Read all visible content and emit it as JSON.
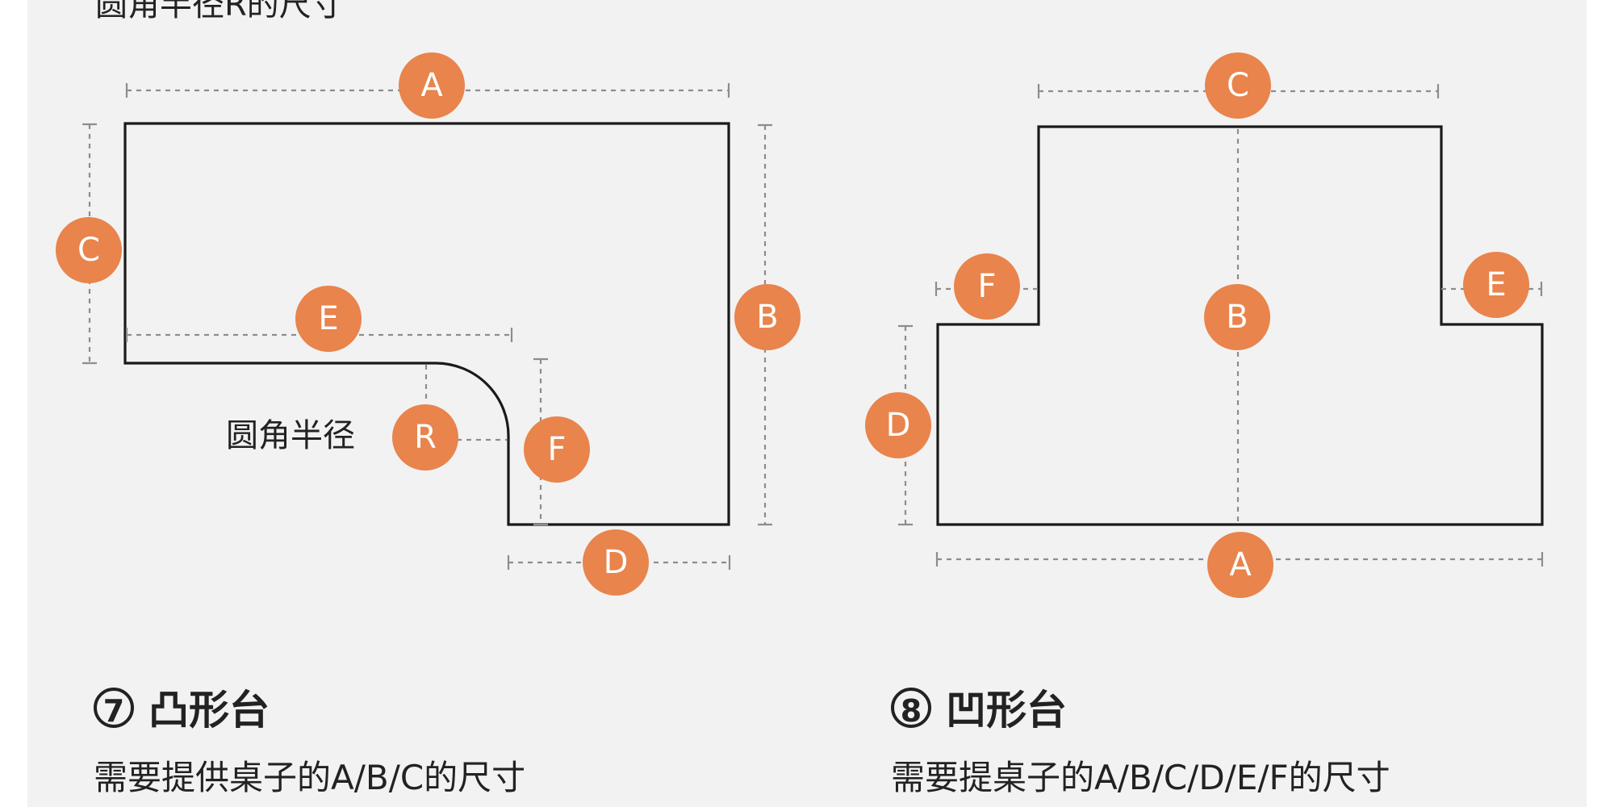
{
  "top_note": "圆角半径R的尺寸",
  "left_diagram": {
    "labels": {
      "A": "A",
      "B": "B",
      "C": "C",
      "D": "D",
      "E": "E",
      "F": "F",
      "R": "R"
    },
    "radius_label": "圆角半径"
  },
  "right_diagram": {
    "labels": {
      "A": "A",
      "B": "B",
      "C": "C",
      "D": "D",
      "E": "E",
      "F": "F"
    }
  },
  "sections": [
    {
      "number": "7",
      "title": "凸形台",
      "description": "需要提供桌子的A/B/C的尺寸"
    },
    {
      "number": "8",
      "title": "凹形台",
      "description": "需要提桌子的A/B/C/D/E/F的尺寸"
    }
  ],
  "colors": {
    "badge": "#e8844c",
    "panel_background": "#f2f2f2",
    "outline": "#1a1a1a",
    "dimension_line": "#8d8d8d"
  }
}
